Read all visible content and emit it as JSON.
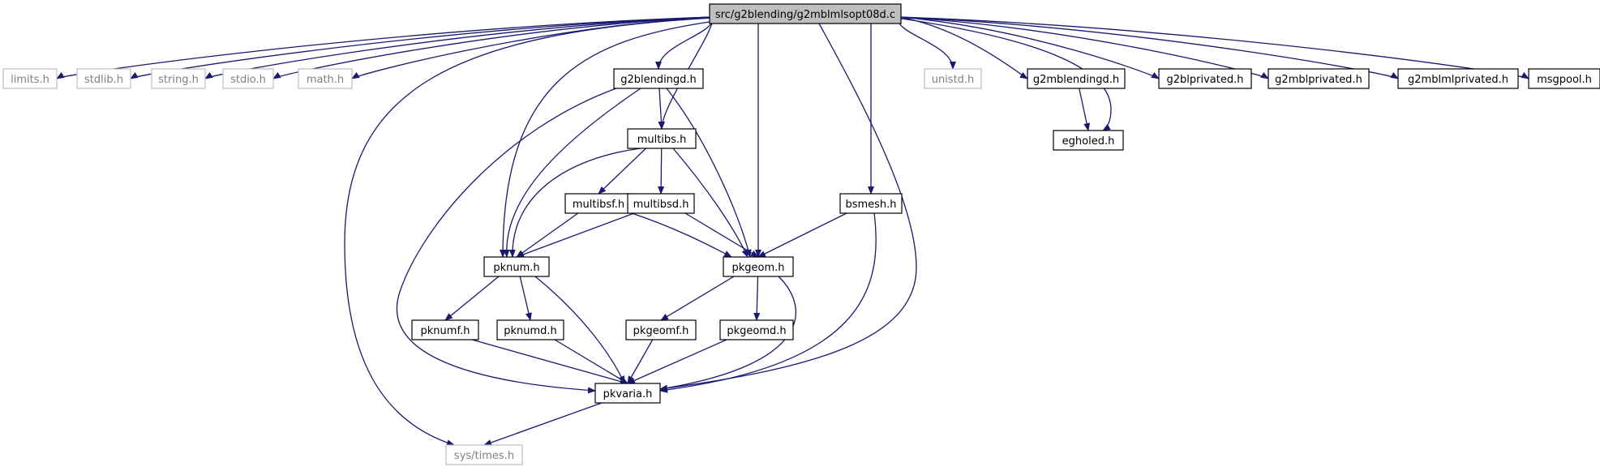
{
  "diagram": {
    "root": "src/g2blending/g2mblmlsopt08d.c",
    "nodes": [
      {
        "id": "root",
        "label": "src/g2blending/g2mblmlsopt08d.c",
        "style": "root"
      },
      {
        "id": "limits",
        "label": "limits.h",
        "style": "external"
      },
      {
        "id": "stdlib",
        "label": "stdlib.h",
        "style": "external"
      },
      {
        "id": "string",
        "label": "string.h",
        "style": "external"
      },
      {
        "id": "stdio",
        "label": "stdio.h",
        "style": "external"
      },
      {
        "id": "math",
        "label": "math.h",
        "style": "external"
      },
      {
        "id": "g2blendingd",
        "label": "g2blendingd.h",
        "style": "local"
      },
      {
        "id": "unistd",
        "label": "unistd.h",
        "style": "external"
      },
      {
        "id": "g2mblendingd",
        "label": "g2mblendingd.h",
        "style": "local"
      },
      {
        "id": "g2blprivated",
        "label": "g2blprivated.h",
        "style": "local"
      },
      {
        "id": "g2mblprivated",
        "label": "g2mblprivated.h",
        "style": "local"
      },
      {
        "id": "g2mblmlprivated",
        "label": "g2mblmlprivated.h",
        "style": "local"
      },
      {
        "id": "msgpool",
        "label": "msgpool.h",
        "style": "local"
      },
      {
        "id": "multibs",
        "label": "multibs.h",
        "style": "local"
      },
      {
        "id": "egholed",
        "label": "egholed.h",
        "style": "local"
      },
      {
        "id": "multibsf",
        "label": "multibsf.h",
        "style": "local"
      },
      {
        "id": "multibsd",
        "label": "multibsd.h",
        "style": "local"
      },
      {
        "id": "bsmesh",
        "label": "bsmesh.h",
        "style": "local"
      },
      {
        "id": "pknum",
        "label": "pknum.h",
        "style": "local"
      },
      {
        "id": "pkgeom",
        "label": "pkgeom.h",
        "style": "local"
      },
      {
        "id": "pknumf",
        "label": "pknumf.h",
        "style": "local"
      },
      {
        "id": "pknumd",
        "label": "pknumd.h",
        "style": "local"
      },
      {
        "id": "pkgeomf",
        "label": "pkgeomf.h",
        "style": "local"
      },
      {
        "id": "pkgeomd",
        "label": "pkgeomd.h",
        "style": "local"
      },
      {
        "id": "pkvaria",
        "label": "pkvaria.h",
        "style": "local"
      },
      {
        "id": "systimes",
        "label": "sys/times.h",
        "style": "external"
      }
    ],
    "edges": [
      [
        "root",
        "limits"
      ],
      [
        "root",
        "stdlib"
      ],
      [
        "root",
        "string"
      ],
      [
        "root",
        "stdio"
      ],
      [
        "root",
        "math"
      ],
      [
        "root",
        "g2blendingd"
      ],
      [
        "root",
        "unistd"
      ],
      [
        "root",
        "g2mblendingd"
      ],
      [
        "root",
        "g2blprivated"
      ],
      [
        "root",
        "g2mblprivated"
      ],
      [
        "root",
        "g2mblmlprivated"
      ],
      [
        "root",
        "msgpool"
      ],
      [
        "root",
        "pknum"
      ],
      [
        "root",
        "multibs"
      ],
      [
        "root",
        "pkgeom"
      ],
      [
        "root",
        "bsmesh"
      ],
      [
        "root",
        "pkvaria"
      ],
      [
        "root",
        "systimes"
      ],
      [
        "root",
        "egholed"
      ],
      [
        "g2blendingd",
        "multibs"
      ],
      [
        "g2blendingd",
        "pknum"
      ],
      [
        "g2blendingd",
        "pkgeom"
      ],
      [
        "g2blendingd",
        "pkvaria"
      ],
      [
        "g2mblendingd",
        "egholed"
      ],
      [
        "multibs",
        "multibsf"
      ],
      [
        "multibs",
        "multibsd"
      ],
      [
        "multibs",
        "pknum"
      ],
      [
        "multibs",
        "pkgeom"
      ],
      [
        "multibsf",
        "pknum"
      ],
      [
        "multibsf",
        "pkgeom"
      ],
      [
        "multibsd",
        "pknum"
      ],
      [
        "multibsd",
        "pkgeom"
      ],
      [
        "bsmesh",
        "pkgeom"
      ],
      [
        "bsmesh",
        "pkvaria"
      ],
      [
        "pknum",
        "pknumf"
      ],
      [
        "pknum",
        "pknumd"
      ],
      [
        "pknum",
        "pkvaria"
      ],
      [
        "pkgeom",
        "pkgeomf"
      ],
      [
        "pkgeom",
        "pkgeomd"
      ],
      [
        "pkgeom",
        "pkvaria"
      ],
      [
        "pknumf",
        "pkvaria"
      ],
      [
        "pknumd",
        "pkvaria"
      ],
      [
        "pkgeomf",
        "pkvaria"
      ],
      [
        "pkgeomd",
        "pkvaria"
      ],
      [
        "pkvaria",
        "systimes"
      ]
    ],
    "colors": {
      "edge": "#191970",
      "root_fill": "#bfbfbf",
      "node_border": "#000000",
      "external_border": "#bfbfbf",
      "external_text": "#808080",
      "text": "#000000",
      "background": "#ffffff"
    }
  }
}
